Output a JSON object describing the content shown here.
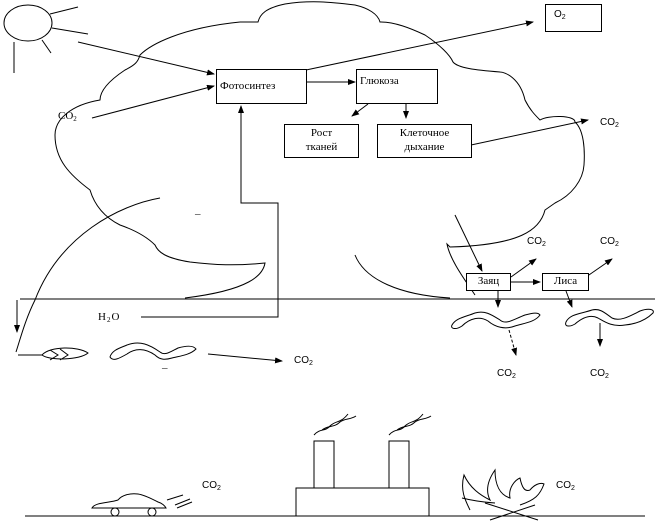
{
  "diagram": {
    "title": "Круговорот углерода",
    "processes": {
      "photosynthesis": "Фотосинтез",
      "glucose": "Глюкоза",
      "tissue_growth_line1": "Рост",
      "tissue_growth_line2": "тканей",
      "respiration_line1": "Клеточное",
      "respiration_line2": "дыхание",
      "oxygen_base": "O",
      "oxygen_sub": "2"
    },
    "consumers": {
      "hare": "Заяц",
      "fox": "Лиса"
    },
    "labels": {
      "co2_base": "CO",
      "co2_sub": "2",
      "h2o_h": "H",
      "h2o_sub": "2",
      "h2o_o": "O",
      "dash": "–"
    },
    "objects": {
      "sun": "sun",
      "tree_crown": "tree-crown",
      "leaf": "fallen-leaf",
      "worm": "worm",
      "car": "car",
      "factory": "factory",
      "fire": "campfire"
    },
    "colors": {
      "stroke": "#000000",
      "background": "#ffffff"
    }
  }
}
